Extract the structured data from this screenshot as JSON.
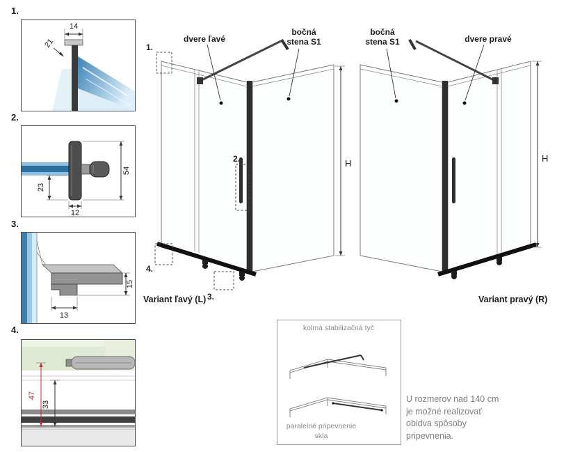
{
  "details": [
    {
      "number": "1.",
      "dim_width": "14",
      "dim_depth": "21"
    },
    {
      "number": "2.",
      "dim_height": "54",
      "dim_inset": "23",
      "dim_width": "12"
    },
    {
      "number": "3.",
      "dim_height": "15",
      "dim_width": "13"
    },
    {
      "number": "4.",
      "dim_total": "47",
      "dim_glass": "33"
    }
  ],
  "variants": {
    "left": {
      "door_label": "dvere ľavé",
      "wall_label_lines": [
        "bočná",
        "stena S1"
      ],
      "height_label": "H",
      "caption": "Variant ľavý (L)",
      "markers": [
        "1.",
        "2.",
        "3.",
        "4."
      ]
    },
    "right": {
      "wall_label_lines": [
        "bočná",
        "stena S1"
      ],
      "door_label": "dvere pravé",
      "height_label": "H",
      "caption": "Variant pravý (R)"
    }
  },
  "mounting_box": {
    "perpendicular_label": "kolmá stabilizačná tyč",
    "parallel_label": "paralelné pripevnenie skla",
    "note": "U rozmerov nad 140 cm je možné realizovať obidva spôsoby pripevnenia."
  },
  "colors": {
    "glass_blue": "#3f85b8",
    "glass_light": "#dceffa",
    "profile_dark": "#2e2e2e",
    "dimension_red": "#c22a2a",
    "tint_green": "#dfe9d3",
    "label_gray": "#8a8a8a"
  }
}
